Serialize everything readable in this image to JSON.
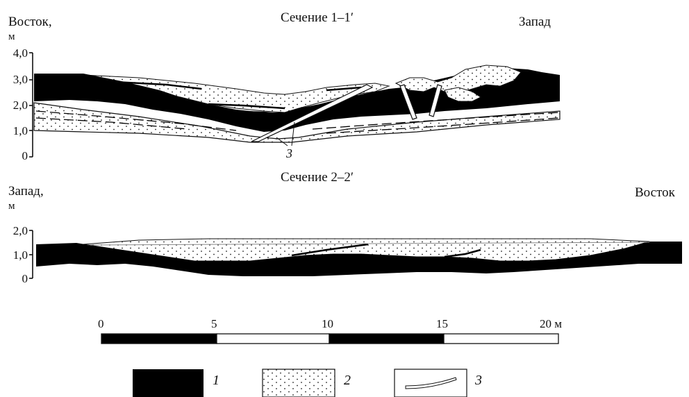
{
  "section1": {
    "title": "Сечение 1–1′",
    "left_label": "Восток,",
    "unit": "м",
    "right_label": "Запад",
    "y_ticks": [
      "4,0",
      "3,0",
      "2,0",
      "1,0",
      "0"
    ],
    "callout": "3"
  },
  "section2": {
    "title": "Сечение 2–2′",
    "left_label": "Запад,",
    "unit": "м",
    "right_label": "Восток",
    "y_ticks": [
      "2,0",
      "1,0",
      "0"
    ]
  },
  "scalebar": {
    "labels": [
      "0",
      "5",
      "10",
      "15",
      "20 м"
    ]
  },
  "legend": [
    {
      "number": "1",
      "pattern": "solid-black"
    },
    {
      "number": "2",
      "pattern": "dotted-sand"
    },
    {
      "number": "3",
      "pattern": "pipe-outline"
    }
  ]
}
